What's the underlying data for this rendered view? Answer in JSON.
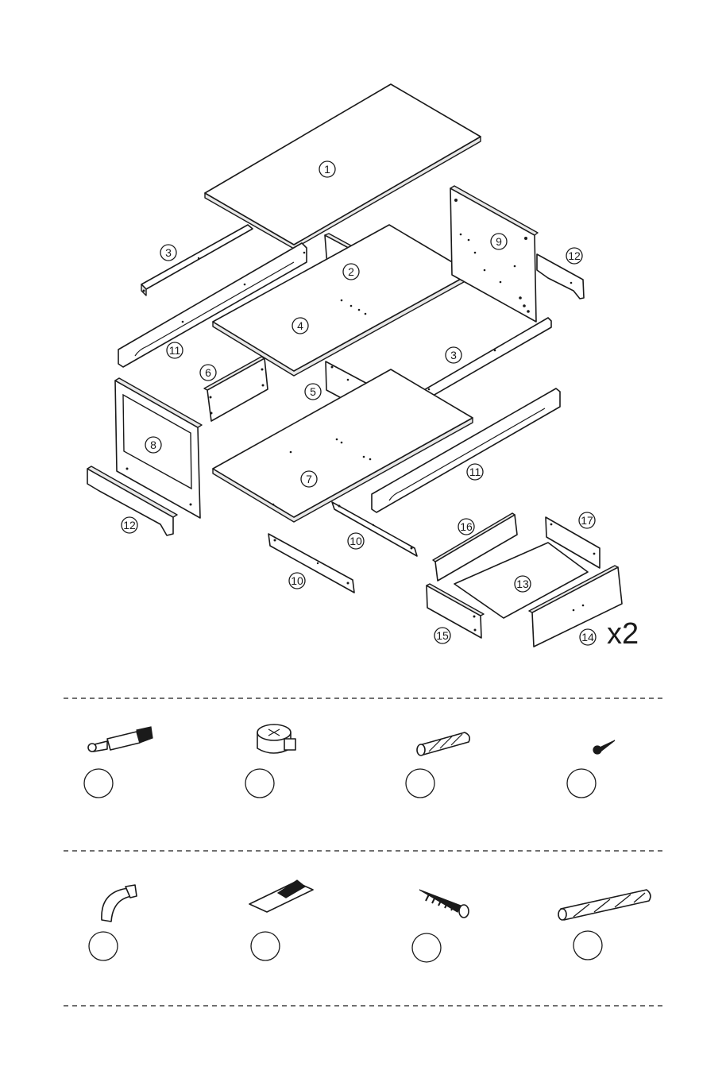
{
  "exploded_view": {
    "part_numbers": [
      "1",
      "2",
      "3",
      "3",
      "4",
      "5",
      "6",
      "7",
      "8",
      "9",
      "10",
      "10",
      "11",
      "11",
      "12",
      "12",
      "13",
      "14",
      "15",
      "16",
      "17"
    ],
    "drawer_multiplier": "x2"
  },
  "hardware": {
    "row1": [
      {
        "icon": "cam-bolt-icon",
        "label": ""
      },
      {
        "icon": "cam-lock-icon",
        "label": ""
      },
      {
        "icon": "short-dowel-icon",
        "label": ""
      },
      {
        "icon": "small-screw-icon",
        "label": ""
      }
    ],
    "row2": [
      {
        "icon": "cup-handle-icon",
        "label": ""
      },
      {
        "icon": "felt-pad-icon",
        "label": ""
      },
      {
        "icon": "wood-screw-icon",
        "label": ""
      },
      {
        "icon": "long-dowel-icon",
        "label": ""
      }
    ]
  }
}
